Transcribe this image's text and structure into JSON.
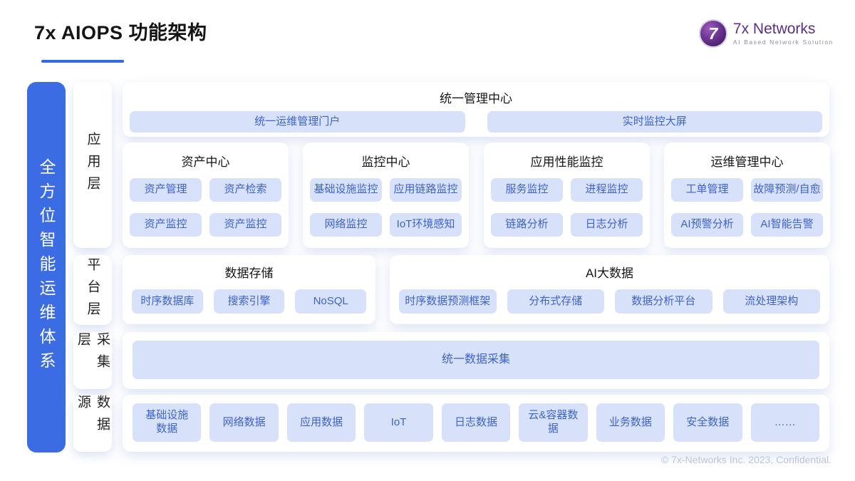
{
  "header": {
    "title": "7x AIOPS 功能架构",
    "logo": {
      "mark": "7",
      "brand": "7x Networks",
      "tagline": "AI Based Network Solution"
    }
  },
  "side": {
    "banner": "全方位智能运维体系"
  },
  "layers": [
    "应用层",
    "平台层",
    "采集层",
    "数据源"
  ],
  "rows": {
    "management": {
      "title": "统一管理中心",
      "pills": [
        "统一运维管理门户",
        "实时监控大屏"
      ]
    },
    "centers": [
      {
        "title": "资产中心",
        "pills": [
          "资产管理",
          "资产检索",
          "资产监控",
          "资产监控"
        ]
      },
      {
        "title": "监控中心",
        "pills": [
          "基础设施监控",
          "应用链路监控",
          "网络监控",
          "IoT环境感知"
        ]
      },
      {
        "title": "应用性能监控",
        "pills": [
          "服务监控",
          "进程监控",
          "链路分析",
          "日志分析"
        ]
      },
      {
        "title": "运维管理中心",
        "pills": [
          "工单管理",
          "故障预测/自愈",
          "AI预警分析",
          "AI智能告警"
        ]
      }
    ],
    "platform": [
      {
        "title": "数据存储",
        "pills": [
          "时序数据库",
          "搜索引擎",
          "NoSQL"
        ]
      },
      {
        "title": "AI大数据",
        "pills": [
          "时序数据预测框架",
          "分布式存储",
          "数据分析平台",
          "流处理架构"
        ]
      }
    ],
    "collection": {
      "pill": "统一数据采集"
    },
    "sources": [
      "基础设施数据",
      "网络数据",
      "应用数据",
      "IoT",
      "日志数据",
      "云&容器数据",
      "业务数据",
      "安全数据",
      "……"
    ]
  },
  "footer": {
    "copyright": "© 7x-Networks Inc. 2023, Confidential."
  },
  "colors": {
    "accent_blue": "#2E6BE5",
    "banner_blue": "#3B6CE4",
    "pill_bg": "#D8E1FA",
    "pill_text": "#3D63D0",
    "brand_purple": "#5E2D84",
    "footer_gray": "#BBC5DA"
  }
}
